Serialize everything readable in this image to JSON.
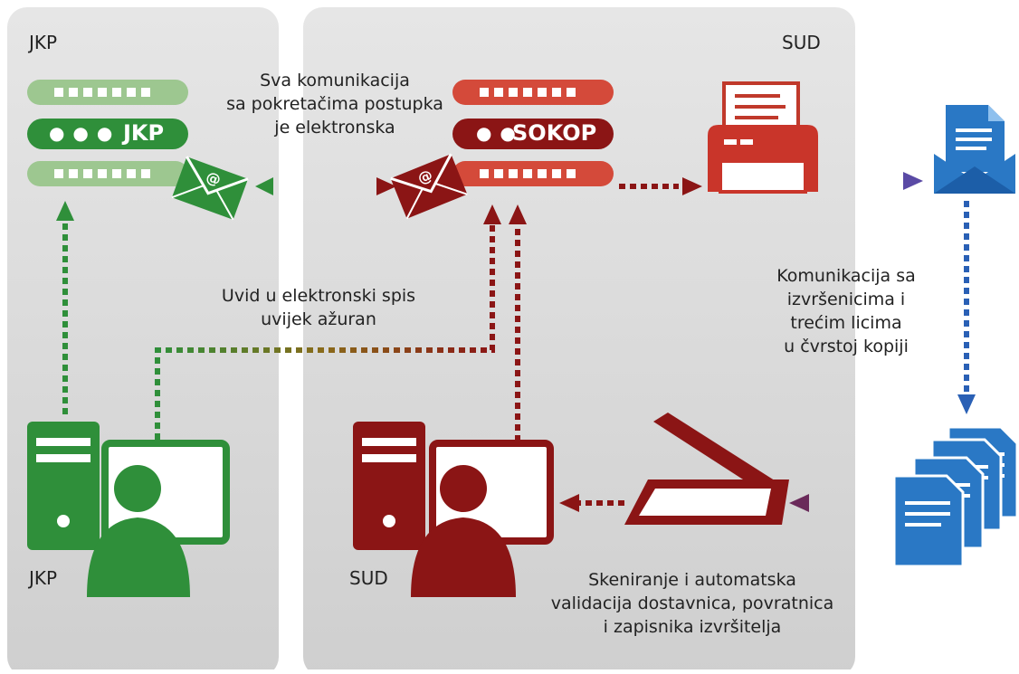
{
  "panels": {
    "left_title": "JKP",
    "right_title": "SUD"
  },
  "servers": {
    "jkp_label": "JKP",
    "jkp_dots": "● ● ●",
    "sud_label": "SOKOP",
    "sud_dots": "● ●"
  },
  "texts": {
    "communication_top": [
      "Sva komunikacija",
      "sa pokretačima postupka",
      "je elektronska"
    ],
    "view_file": [
      "Uvid u elektronski spis",
      "uvijek ažuran"
    ],
    "hardcopy": [
      "Komunikacija sa",
      "izvršenicima i",
      "trećim licima",
      "u čvrstoj kopiji"
    ],
    "scanning": [
      "Skeniranje i automatska",
      "validacija dostavnica, povratnica",
      "i zapisnika izvršitelja"
    ]
  },
  "workstations": {
    "left_label": "JKP",
    "right_label": "SUD"
  },
  "icons": {
    "server": "server-rack-icon",
    "envelope": "email-envelope-icon",
    "printer": "printer-icon",
    "mail": "mail-document-icon",
    "documents": "document-stack-icon",
    "scanner": "scanner-icon",
    "computer": "computer-user-icon"
  },
  "colors": {
    "jkp_green": "#2f8f3a",
    "jkp_light": "#9dc790",
    "sud_red": "#8b1515",
    "sud_orange": "#d44a3a",
    "blue": "#2a78c5",
    "panel": "#dcdcdc"
  }
}
